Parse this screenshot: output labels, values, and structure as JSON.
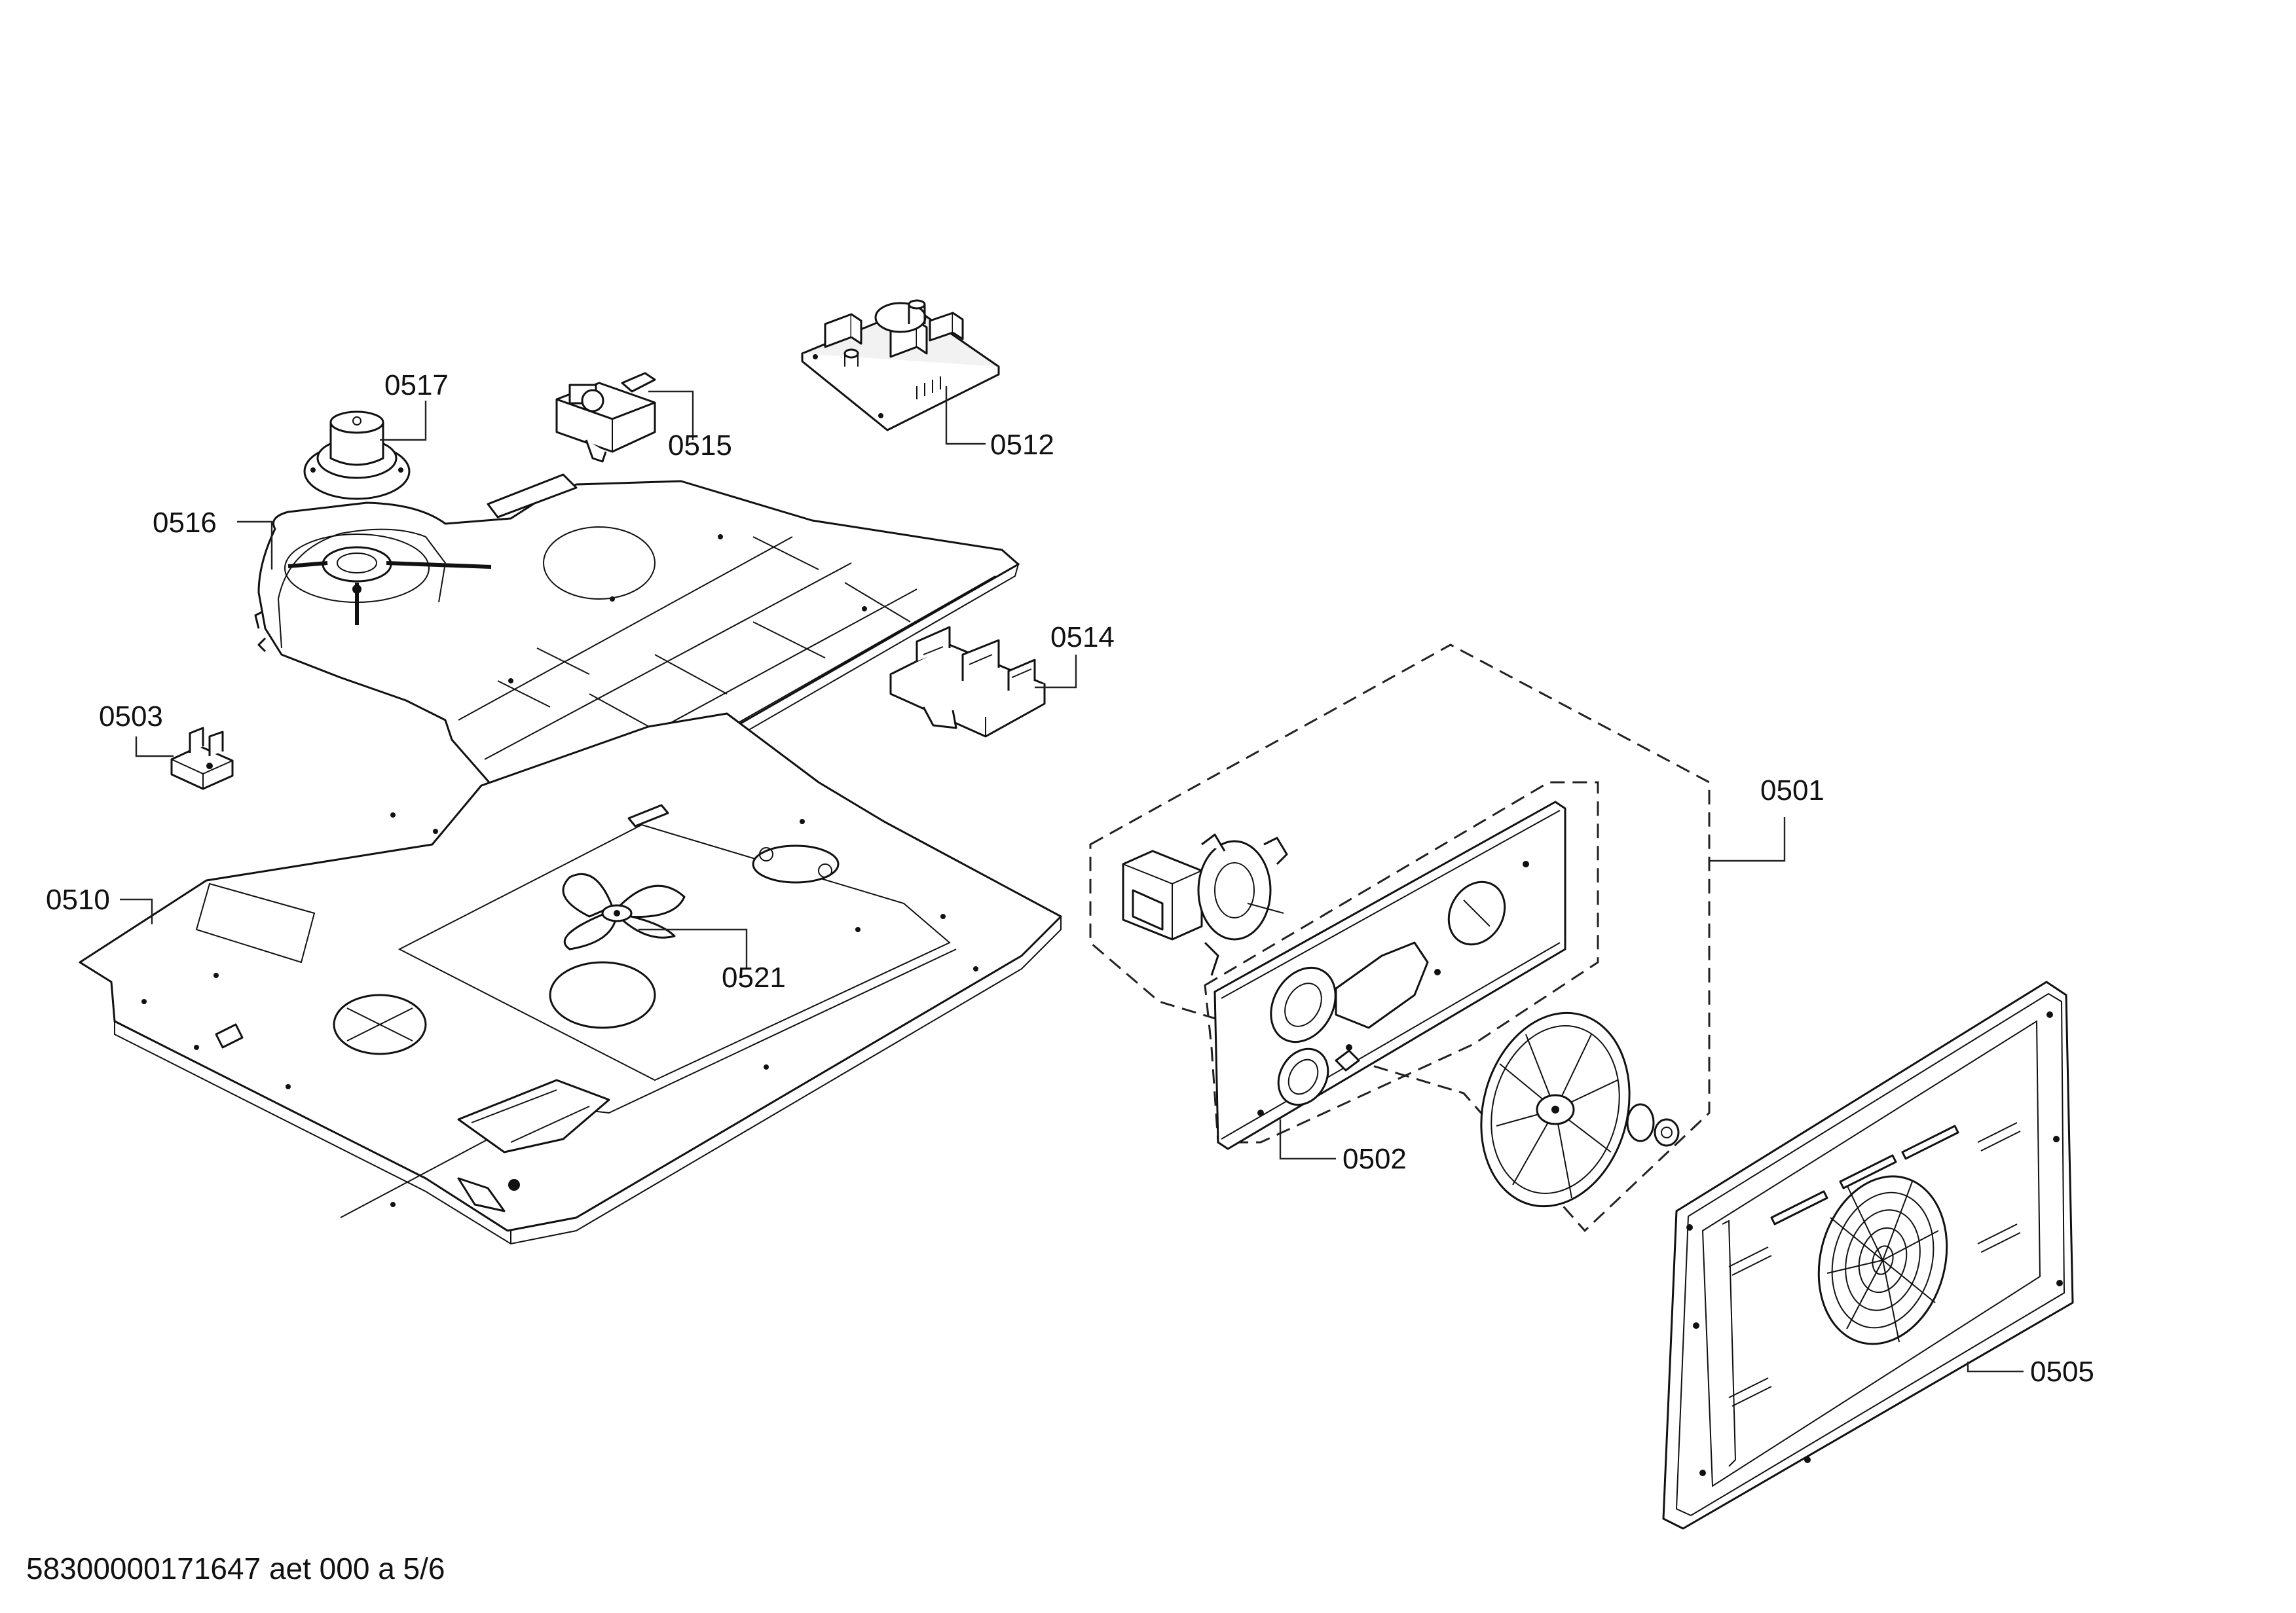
{
  "callouts": {
    "c0517": "0517",
    "c0515": "0515",
    "c0512": "0512",
    "c0516": "0516",
    "c0514": "0514",
    "c0503": "0503",
    "c0510": "0510",
    "c0521": "0521",
    "c0501": "0501",
    "c0502": "0502",
    "c0505": "0505"
  },
  "footer": {
    "doc_id": "58300000171647 aet 000 a 5/6"
  }
}
